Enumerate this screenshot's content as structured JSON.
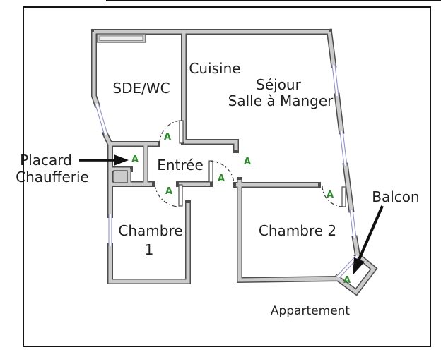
{
  "plan": {
    "rooms": {
      "sde_wc": "SDE/WC",
      "cuisine": "Cuisine",
      "sejour_line1": "Séjour",
      "sejour_line2": "Salle à Manger",
      "entree": "Entrée",
      "chambre1_line1": "Chambre",
      "chambre1_line2": "1",
      "chambre2": "Chambre 2"
    },
    "callouts": {
      "placard_line1": "Placard",
      "placard_line2": "Chaufferie",
      "balcon": "Balcon",
      "appartement": "Appartement"
    },
    "door_markers": [
      {
        "id": "sde-wc-door",
        "label": "A"
      },
      {
        "id": "placard-door",
        "label": "A"
      },
      {
        "id": "chambre1-door",
        "label": "A"
      },
      {
        "id": "entree-sejour-door",
        "label": "A"
      },
      {
        "id": "sejour-passage",
        "label": "A"
      },
      {
        "id": "chambre2-door",
        "label": "A"
      },
      {
        "id": "balcon-door",
        "label": "A"
      }
    ],
    "colors": {
      "wall_fill": "#cbcbcb",
      "wall_outline": "#4d4d4d",
      "marker_green": "#2e8b2e",
      "window_line": "#9191c8",
      "text": "#1f1f1f",
      "frame": "#141414",
      "background": "#ffffff"
    }
  }
}
